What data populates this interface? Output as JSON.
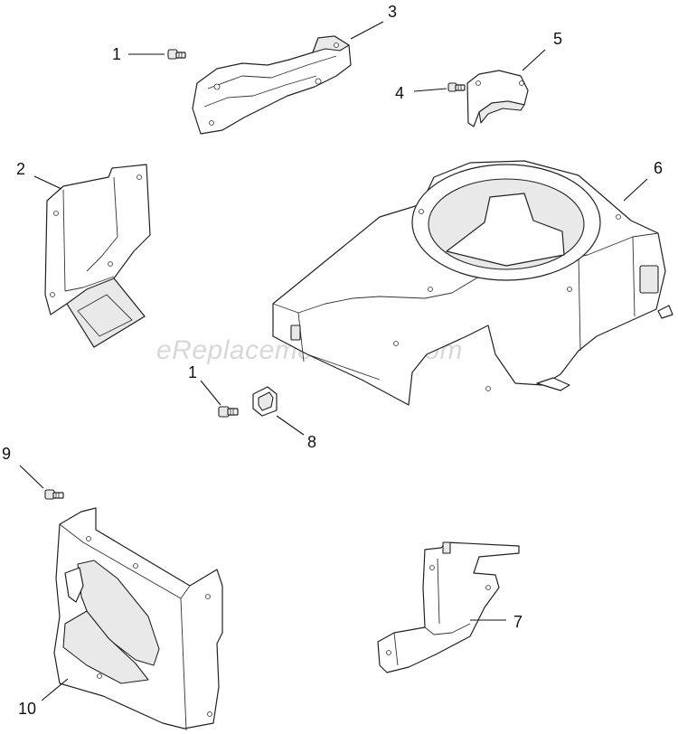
{
  "watermark": "eReplacementParts.com",
  "callouts": {
    "c1a": "1",
    "c1b": "1",
    "c2": "2",
    "c3": "3",
    "c4": "4",
    "c5": "5",
    "c6": "6",
    "c7": "7",
    "c8": "8",
    "c9": "9",
    "c10": "10"
  }
}
